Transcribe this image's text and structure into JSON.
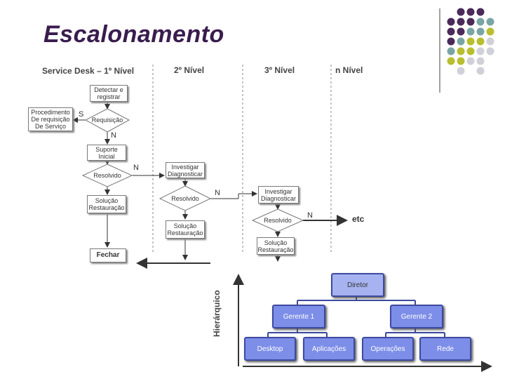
{
  "slide": {
    "title": "Escalonamento"
  },
  "flow": {
    "headers": {
      "level1": "Service Desk – 1º Nível",
      "level2": "2º Nível",
      "level3": "3º Nível",
      "leveln": "n Nível"
    },
    "nodes": {
      "detect": "Detectar e\nregistrar",
      "request": "Requisição",
      "procedure": "Procedimento\nDe requisição\nDe Serviço",
      "support": "Suporte\nInicial",
      "resolved1": "Resolvido",
      "solution1": "Solução\nRestauração",
      "close": "Fechar",
      "investigate2": "Investigar\nDiagnosticar",
      "resolved2": "Resolvido",
      "solution2": "Solução\nRestauração",
      "investigate3": "Investigar\nDiagnosticar",
      "resolved3": "Resolvido",
      "solution3": "Solução\nRestauração"
    },
    "edge_labels": {
      "s": "S",
      "n1": "N",
      "n2": "N",
      "n3": "N",
      "n4": "N",
      "etc": "etc"
    }
  },
  "org": {
    "axis_label": "Hierárquico",
    "director": "Diretor",
    "manager1": "Gerente 1",
    "manager2": "Gerente 2",
    "desktop": "Desktop",
    "applications": "Aplicações",
    "operations": "Operações",
    "network": "Rede"
  },
  "colors": {
    "title": "#3a1c4e",
    "dot_purple": "#4b2a5a",
    "dot_teal": "#7aa5a5",
    "dot_olive": "#b9be2f",
    "dot_gray": "#d0d0d8",
    "org_box": "#7d8ee8",
    "org_border": "#3d4aa0"
  }
}
